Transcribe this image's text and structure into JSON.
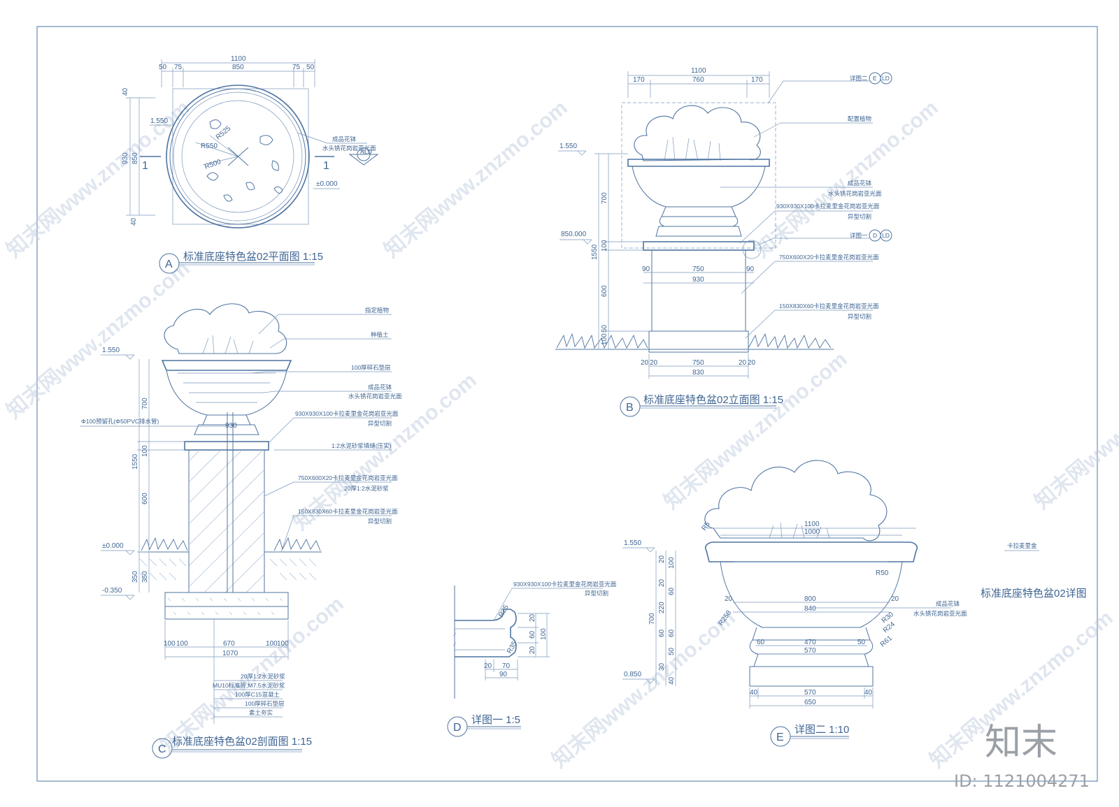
{
  "colors": {
    "line": "#4f74a0",
    "text": "#3f6593",
    "watermark": "#c7d3e3",
    "brand": "#9aa0a6"
  },
  "watermark": {
    "text": "知末网www.znzmo.com"
  },
  "brand": {
    "logo": "知末",
    "id": "ID: 1121004271"
  },
  "viewA": {
    "badge": "A",
    "title": "标准底座特色盆02平面图 1:15",
    "dims_top": [
      "1100",
      "50",
      "75",
      "850",
      "75",
      "50"
    ],
    "dims_left": [
      "40",
      "930",
      "850",
      "40"
    ],
    "radii": [
      "R550",
      "R525",
      "R500"
    ],
    "level": "1.550",
    "level0": "±0.000",
    "section_mark": "1",
    "note_1": "成品花钵",
    "note_2": "水头锈花岗岩亚光面",
    "ref": "A",
    "ref_sheet": "LD"
  },
  "viewB": {
    "badge": "B",
    "title": "标准底座特色盆02立面图 1:15",
    "dims_top": [
      "1100",
      "170",
      "760",
      "170"
    ],
    "dims_mid": [
      "90",
      "750",
      "90",
      "930"
    ],
    "dims_bottom": [
      "20",
      "20",
      "750",
      "20",
      "20",
      "830"
    ],
    "dims_left": [
      "700",
      "1550",
      "100",
      "600",
      "100",
      "50"
    ],
    "levels": [
      "1.550",
      "850.000"
    ],
    "ref_e": "详图二",
    "ref_e_letter": "E",
    "ref_d": "详图一",
    "ref_d_letter": "D",
    "ref_sheet": "LD",
    "notes": [
      "配置植物",
      "成品花钵",
      "水头锈花岗岩亚光面",
      "930X930X100卡拉麦里金花岗岩亚光面",
      "异型切割",
      "750X600X20卡拉麦里金花岗岩亚光面",
      "150X830X60卡拉麦里金花岗岩亚光面",
      "异型切割"
    ]
  },
  "viewC": {
    "badge": "C",
    "title": "标准底座特色盆02剖面图 1:15",
    "levels": [
      "1.550",
      "±0.000",
      "-0.350"
    ],
    "dims_left": [
      "700",
      "1550",
      "100",
      "600",
      "350",
      "350"
    ],
    "dims_bottom": [
      "100",
      "100",
      "670",
      "100",
      "100",
      "1070"
    ],
    "dim_930": "930",
    "pipe_note": "Φ100预留孔(Φ50PVC排水管)",
    "notes": [
      "指定植物",
      "种植土",
      "100厚碎石垫层",
      "成品花钵",
      "水头锈花岗岩亚光面",
      "930X930X100卡拉麦里金花岗岩亚光面",
      "异型切割",
      "1:2水泥砂浆填缝(压实)",
      "750X600X20卡拉麦里金花岗岩亚光面",
      "20厚1:2水泥砂浆",
      "150X830X60卡拉麦里金花岗岩亚光面",
      "异型切割"
    ],
    "layers": [
      "20厚1:2水泥砂浆",
      "MU10标准砖,M7.5水泥砂浆",
      "100厚C15混凝土",
      "100厚碎石垫层",
      "素土夯实"
    ]
  },
  "viewD": {
    "badge": "D",
    "title": "详图一 1:5",
    "note_1": "930X930X100卡拉麦里金花岗岩亚光面",
    "note_2": "异型切割",
    "radii": [
      "R25",
      "R35"
    ],
    "dims_right": [
      "20",
      "60",
      "20",
      "100"
    ],
    "dims_bottom": [
      "20",
      "70",
      "90"
    ]
  },
  "viewE": {
    "badge": "E",
    "title": "详图二 1:10",
    "dims_top": [
      "1100",
      "1000"
    ],
    "radii": [
      "R50",
      "R30",
      "R24",
      "R61",
      "R258",
      "R5"
    ],
    "dims_mid": [
      "20",
      "800",
      "20",
      "840",
      "60",
      "470",
      "50",
      "570"
    ],
    "dims_bottom": [
      "40",
      "570",
      "40",
      "650"
    ],
    "dims_left": [
      "20",
      "100",
      "60",
      "20",
      "220",
      "60",
      "60",
      "50",
      "30",
      "40"
    ],
    "dims_total": "700",
    "levels": [
      "1.550",
      "0.850"
    ],
    "note_1": "成品花钵",
    "note_2": "水头锈花岗岩亚光面"
  },
  "sheet": {
    "title": "标准底座特色盆02详图",
    "tag": "卡拉麦里金"
  }
}
